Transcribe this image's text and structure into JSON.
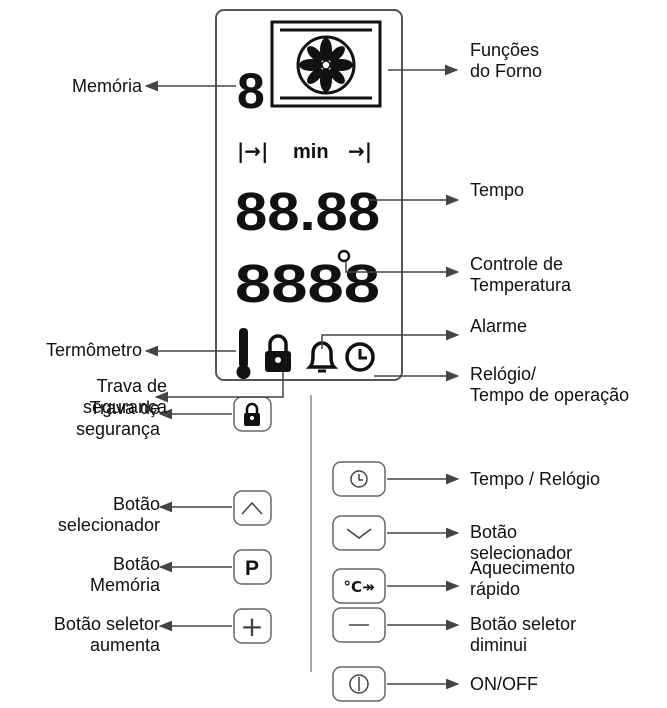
{
  "display": {
    "memory_digit": "8",
    "timer_start_symbol": "|→|",
    "timer_unit": "min",
    "timer_end_symbol": "→|",
    "time_digits": "88.88",
    "temp_digits": "8888"
  },
  "labels": {
    "memoria": "Memória",
    "funcoes_l1": "Funções",
    "funcoes_l2": "do Forno",
    "tempo": "Tempo",
    "controle_l1": "Controle de",
    "controle_l2": "Temperatura",
    "termometro": "Termômetro",
    "alarme": "Alarme",
    "trava_display_l1": "Trava de",
    "trava_display_l2": "segurança",
    "relogio_l1": "Relógio/",
    "relogio_l2": "Tempo de operação",
    "trava_btn_l1": "Trava de",
    "trava_btn_l2": "segurança",
    "tempo_relogio": "Tempo / Relógio",
    "sel_up_l1": "Botão",
    "sel_up_l2": "selecionador",
    "sel_down_l1": "Botão",
    "sel_down_l2": "selecionador",
    "memoria_btn_l1": "Botão",
    "memoria_btn_l2": "Memória",
    "aquecimento_l1": "Aquecimento",
    "aquecimento_l2": "rápido",
    "aumenta_l1": "Botão seletor",
    "aumenta_l2": "aumenta",
    "diminui_l1": "Botão seletor",
    "diminui_l2": "diminui",
    "onoff": "ON/OFF"
  },
  "buttons": {
    "memory_glyph": "P",
    "plus_glyph": "+",
    "minus_glyph": "—",
    "rapid_heat_glyph": "°C↠"
  }
}
